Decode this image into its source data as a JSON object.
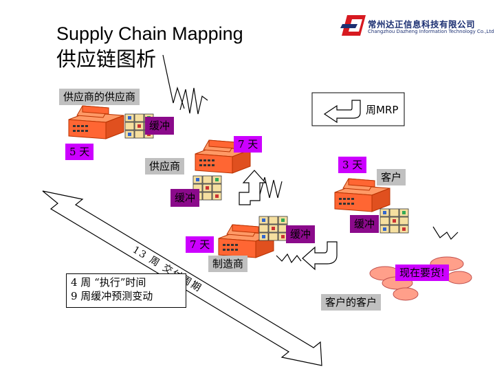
{
  "title": {
    "en": "Supply Chain Mapping",
    "zh": "供应链图析"
  },
  "logo": {
    "name_zh": "常州达正信息科技有限公司",
    "name_en": "Changzhou Dazheng Information Technology Co.,Ltd"
  },
  "nodes": {
    "tier2_supplier": "供应商的供应商",
    "supplier": "供应商",
    "manufacturer": "制造商",
    "customer": "客户",
    "customers_customer": "客户的客户"
  },
  "buffers": {
    "b1": "缓冲",
    "b2": "缓冲",
    "b3": "缓冲",
    "b4": "缓冲"
  },
  "lead_times": {
    "t1": "5 天",
    "t2": "7 天",
    "t3": "3 天",
    "t4": "7 天"
  },
  "weekly_mrp": "周MRP",
  "demand_now": "现在要货!",
  "cycle_label": "13 周 交付周期",
  "notes": [
    "4 周 “执行”时间",
    "9 周缓冲预测变动"
  ],
  "colors": {
    "factory": "#ff6633",
    "lead_time_bg": "#cc00ff",
    "buffer_bg": "#8b0a8b",
    "label_bg": "#c0c0c0",
    "logo": "#1b2f72"
  }
}
